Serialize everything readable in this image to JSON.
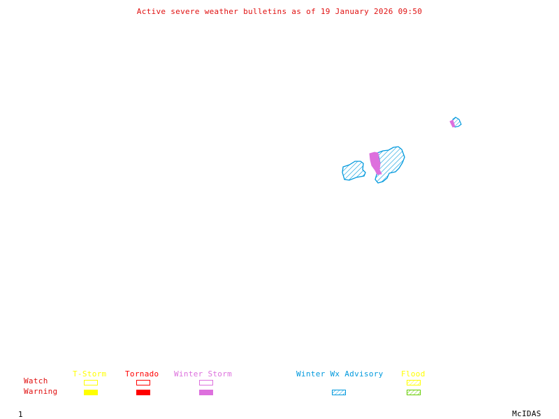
{
  "title": "Active severe weather bulletins as of 19 January 2026 09:50",
  "legend": {
    "rows": {
      "watch": "Watch",
      "warning": "Warning"
    },
    "categories": [
      {
        "label": "T-Storm",
        "color": "#ffff00",
        "watch": "outline",
        "warning": "filled"
      },
      {
        "label": "Tornado",
        "color": "#ff0000",
        "watch": "outline",
        "warning": "filled"
      },
      {
        "label": "Winter Storm",
        "color": "#dd70dd",
        "watch": "outline",
        "warning": "filled"
      },
      {
        "label": "Winter Wx Advisory",
        "color": "#0099dd",
        "advisory": "hatched"
      },
      {
        "label": "Flood",
        "color": "#ffff00",
        "watch": "hatched",
        "warning_color": "#66cc00",
        "warning": "hatched"
      }
    ],
    "row_label_color": "#e01010"
  },
  "areas": [
    {
      "type": "Winter Wx Advisory",
      "region": "west cluster"
    },
    {
      "type": "Winter Wx Advisory",
      "region": "central cluster"
    },
    {
      "type": "Winter Storm Warning",
      "region": "central strip"
    },
    {
      "type": "Winter Wx Advisory",
      "region": "northeast small area"
    },
    {
      "type": "Winter Storm Warning",
      "region": "northeast small strip"
    }
  ],
  "footer": {
    "frame_number": "1",
    "software": "McIDAS"
  }
}
